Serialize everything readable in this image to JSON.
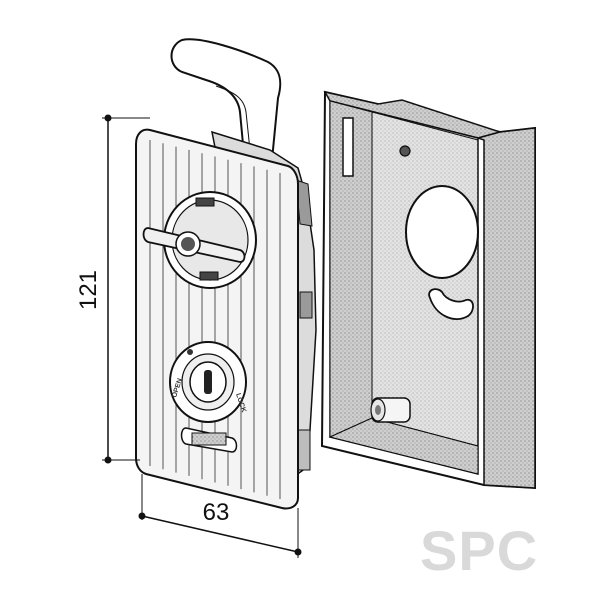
{
  "dimensions": {
    "height_label": "121",
    "width_label": "63"
  },
  "lock_labels": {
    "open": "OPEN",
    "lock": "LOCK"
  },
  "watermark": {
    "text": "SPC"
  },
  "colors": {
    "ink": "#111111",
    "face": "#f4f4f4",
    "stripe": "#555555",
    "box_texture": "#bdbdbd",
    "watermark": "#d9d9d9"
  }
}
